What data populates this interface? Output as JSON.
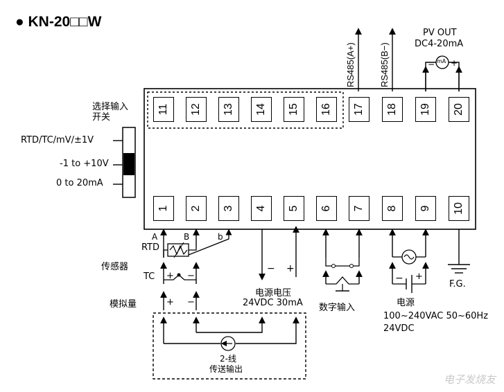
{
  "title": "● KN-20□□W",
  "pv_out": {
    "line1": "PV OUT",
    "line2": "DC4-20mA",
    "meter": "mA"
  },
  "rs485": {
    "a": "RS485(A+)",
    "b": "RS485(B−)"
  },
  "select_input": {
    "line1": "选择输入",
    "line2": "开关"
  },
  "switch_options": [
    "RTD/TC/mV/±1V",
    "-1 to +10V",
    "0 to 20mA"
  ],
  "top_terminals": [
    "11",
    "12",
    "13",
    "14",
    "15",
    "16",
    "17",
    "18",
    "19",
    "20"
  ],
  "bottom_terminals": [
    "1",
    "2",
    "3",
    "4",
    "5",
    "6",
    "7",
    "8",
    "9",
    "10"
  ],
  "sensor": {
    "a": "A",
    "b_upper": "B",
    "b_lower": "b",
    "rtd": "RTD",
    "tc": "TC",
    "sensor_label": "传感器",
    "analog_label": "模拟量",
    "plus": "+",
    "minus": "−"
  },
  "power_supply_out": {
    "label": "电源电压",
    "value": "24VDC 30mA",
    "minus": "−",
    "plus": "+"
  },
  "digital_input": "数字输入",
  "power": {
    "label": "电源",
    "ac": "100~240VAC 50~60Hz",
    "dc": "24VDC"
  },
  "fg": "F.G.",
  "two_wire": {
    "line1": "2-线",
    "line2": "传送输出"
  },
  "watermark": "电子发烧友"
}
